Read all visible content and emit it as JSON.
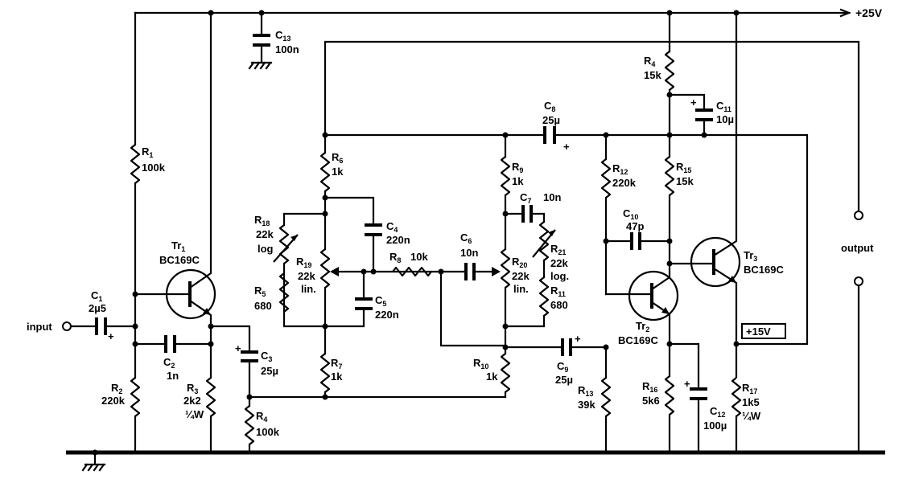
{
  "supply": {
    "label": "+25V"
  },
  "regulated": {
    "label": "+15V"
  },
  "io": {
    "input": "input",
    "output": "output"
  },
  "plus": "+",
  "components": {
    "C1": {
      "letter": "C",
      "sub": "1",
      "value": "2µ5"
    },
    "C2": {
      "letter": "C",
      "sub": "2",
      "value": "1n"
    },
    "C3": {
      "letter": "C",
      "sub": "3",
      "value": "25µ"
    },
    "C4": {
      "letter": "C",
      "sub": "4",
      "value": "220n"
    },
    "C5": {
      "letter": "C",
      "sub": "5",
      "value": "220n"
    },
    "C6": {
      "letter": "C",
      "sub": "6",
      "value": "10n"
    },
    "C7": {
      "letter": "C",
      "sub": "7",
      "value": "10n"
    },
    "C8": {
      "letter": "C",
      "sub": "8",
      "value": "25µ"
    },
    "C9": {
      "letter": "C",
      "sub": "9",
      "value": "25µ"
    },
    "C10": {
      "letter": "C",
      "sub": "10",
      "value": "47p"
    },
    "C11": {
      "letter": "C",
      "sub": "11",
      "value": "10µ"
    },
    "C12": {
      "letter": "C",
      "sub": "12",
      "value": "100µ"
    },
    "C13": {
      "letter": "C",
      "sub": "13",
      "value": "100n"
    },
    "R1": {
      "letter": "R",
      "sub": "1",
      "value": "100k"
    },
    "R2": {
      "letter": "R",
      "sub": "2",
      "value": "220k"
    },
    "R3": {
      "letter": "R",
      "sub": "3",
      "value": "2k2",
      "extra": "¼W"
    },
    "R4a": {
      "letter": "R",
      "sub": "4",
      "value": "100k"
    },
    "R4b": {
      "letter": "R",
      "sub": "4",
      "value": "15k"
    },
    "R5": {
      "letter": "R",
      "sub": "5",
      "value": "680"
    },
    "R6": {
      "letter": "R",
      "sub": "6",
      "value": "1k"
    },
    "R7": {
      "letter": "R",
      "sub": "7",
      "value": "1k"
    },
    "R8": {
      "letter": "R",
      "sub": "8",
      "value": "10k"
    },
    "R9": {
      "letter": "R",
      "sub": "9",
      "value": "1k"
    },
    "R10": {
      "letter": "R",
      "sub": "10",
      "value": "1k"
    },
    "R11": {
      "letter": "R",
      "sub": "11",
      "value": "680"
    },
    "R12": {
      "letter": "R",
      "sub": "12",
      "value": "220k"
    },
    "R13": {
      "letter": "R",
      "sub": "13",
      "value": "39k"
    },
    "R15": {
      "letter": "R",
      "sub": "15",
      "value": "15k"
    },
    "R16": {
      "letter": "R",
      "sub": "16",
      "value": "5k6"
    },
    "R17": {
      "letter": "R",
      "sub": "17",
      "value": "1k5",
      "extra": "¼W"
    },
    "R18": {
      "letter": "R",
      "sub": "18",
      "value": "22k",
      "extra": "log"
    },
    "R19": {
      "letter": "R",
      "sub": "19",
      "value": "22k",
      "extra": "lin."
    },
    "R20": {
      "letter": "R",
      "sub": "20",
      "value": "22k",
      "extra": "lin."
    },
    "R21": {
      "letter": "R",
      "sub": "21",
      "value": "22k",
      "extra": "log."
    },
    "Tr1": {
      "letter": "Tr",
      "sub": "1",
      "value": "BC169C"
    },
    "Tr2": {
      "letter": "Tr",
      "sub": "2",
      "value": "BC169C"
    },
    "Tr3": {
      "letter": "Tr",
      "sub": "3",
      "value": "BC169C"
    }
  }
}
